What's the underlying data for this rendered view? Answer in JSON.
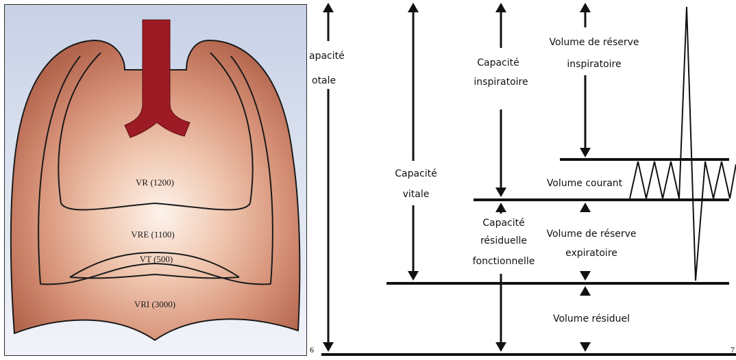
{
  "lung_diagram": {
    "labels": {
      "vr": "VR (1200)",
      "vre": "VRE (1100)",
      "vt": "VT (500)",
      "vri": "VRI (3000)"
    },
    "colors": {
      "lung_center": "#fbeee6",
      "lung_edge": "#b86a52",
      "trachea": "#9c1b24",
      "outline": "#1a1a1a"
    }
  },
  "spirogram": {
    "labels": {
      "capacite_totale_line1": "apacité",
      "capacite_totale_line2": "otale",
      "capacite_inspiratoire_line1": "Capacité",
      "capacite_inspiratoire_line2": "inspiratoire",
      "vri_line1": "Volume de réserve",
      "vri_line2": "inspiratoire",
      "capacite_vitale_line1": "Capacité",
      "capacite_vitale_line2": "vitale",
      "volume_courant": "Volume courant",
      "crf_line1": "Capacité",
      "crf_line2": "résiduelle",
      "crf_line3": "fonctionnelle",
      "vre_line1": "Volume de réserve",
      "vre_line2": "expiratoire",
      "volume_residuel": "Volume résiduel"
    }
  },
  "page_numbers": {
    "left": "6",
    "right": "7"
  }
}
